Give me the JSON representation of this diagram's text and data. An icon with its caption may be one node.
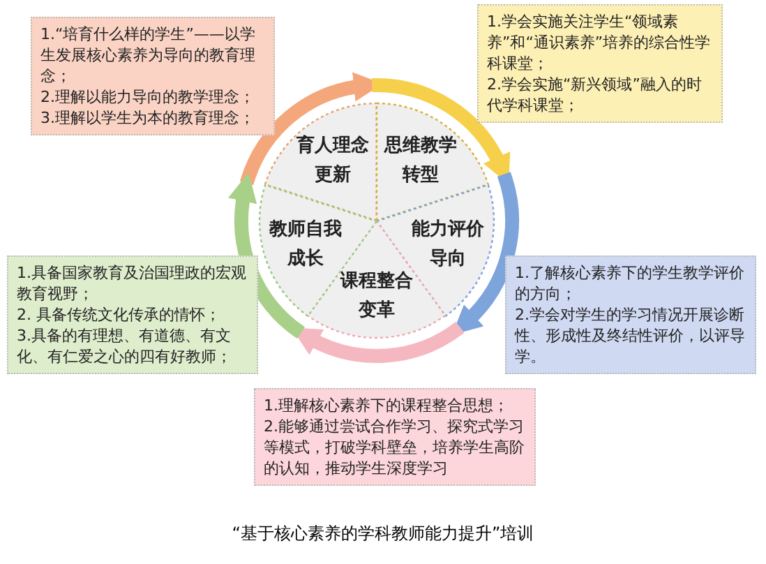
{
  "diagram": {
    "caption": "“基于核心素养的学科教师能力提升”培训",
    "nodes": [
      {
        "text": [
          "育人理念更新"
        ]
      },
      {
        "text": [
          "思维教学转型"
        ]
      },
      {
        "text": [
          "能力评价导向"
        ]
      },
      {
        "text": [
          "课程整合变革"
        ]
      },
      {
        "text": [
          "教师自我成长"
        ]
      },
      {
        "text": [
          "1.“培育什么样的学生”——以学生发展核心素养为导向的教育理念；",
          "2.理解以能力导向的教学理念；",
          "3.理解以学生为本的教育理念；"
        ]
      },
      {
        "text": [
          "1.学会实施关注学生“领域素养”和“通识素养”培养的综合性学科课堂；",
          "2.学会实施“新兴领域”融入的时代学科课堂；"
        ]
      },
      {
        "text": [
          "1.了解核心素养下的学生教学评价的方向；",
          "2.学会对学生的学习情况开展诊断性、形成性及终结性评价，以评导学。"
        ]
      },
      {
        "text": [
          "1.理解核心素养下的课程整合思想；",
          "2.能够通过尝试合作学习、探究式学习等模式，打破学科壁垒，培养学生高阶的认知，推动学生深度学习"
        ]
      },
      {
        "text": [
          "1.具备国家教育及治国理政的宏观教育视野；",
          "2. 具备传统文化传承的情怀；",
          "3.具备的有理想、有道德、有文化、有仁爱之心的四有好教师；"
        ]
      }
    ]
  }
}
